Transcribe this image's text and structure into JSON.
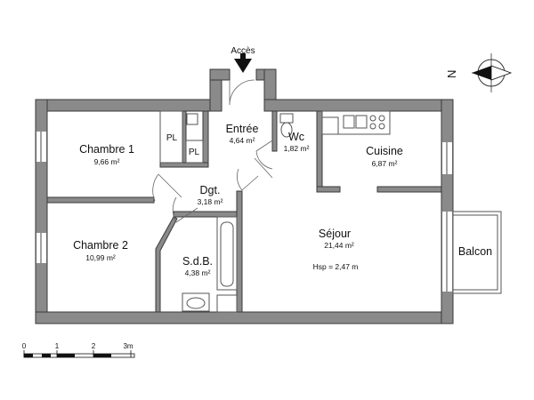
{
  "entrance": {
    "label": "Accès"
  },
  "compass": {
    "letter": "N"
  },
  "rooms": {
    "chambre1": {
      "name": "Chambre 1",
      "area": "9,66 m²"
    },
    "chambre2": {
      "name": "Chambre 2",
      "area": "10,99 m²"
    },
    "entree": {
      "name": "Entrée",
      "area": "4,64 m²"
    },
    "wc": {
      "name": "Wc",
      "area": "1,82 m²"
    },
    "cuisine": {
      "name": "Cuisine",
      "area": "6,87 m²"
    },
    "dgt": {
      "name": "Dgt.",
      "area": "3,18 m²"
    },
    "sdb": {
      "name": "S.d.B.",
      "area": "4,38 m²"
    },
    "sejour": {
      "name": "Séjour",
      "area": "21,44 m²",
      "note": "Hsp = 2,47 m"
    },
    "balcon": {
      "name": "Balcon"
    }
  },
  "closets": {
    "pl1": "PL",
    "pl2": "PL"
  },
  "scale": {
    "ticks": [
      "0",
      "1",
      "2",
      "3m"
    ]
  },
  "colors": {
    "wall": "#8a8a8a",
    "wall_outline": "#3a3a3a"
  }
}
